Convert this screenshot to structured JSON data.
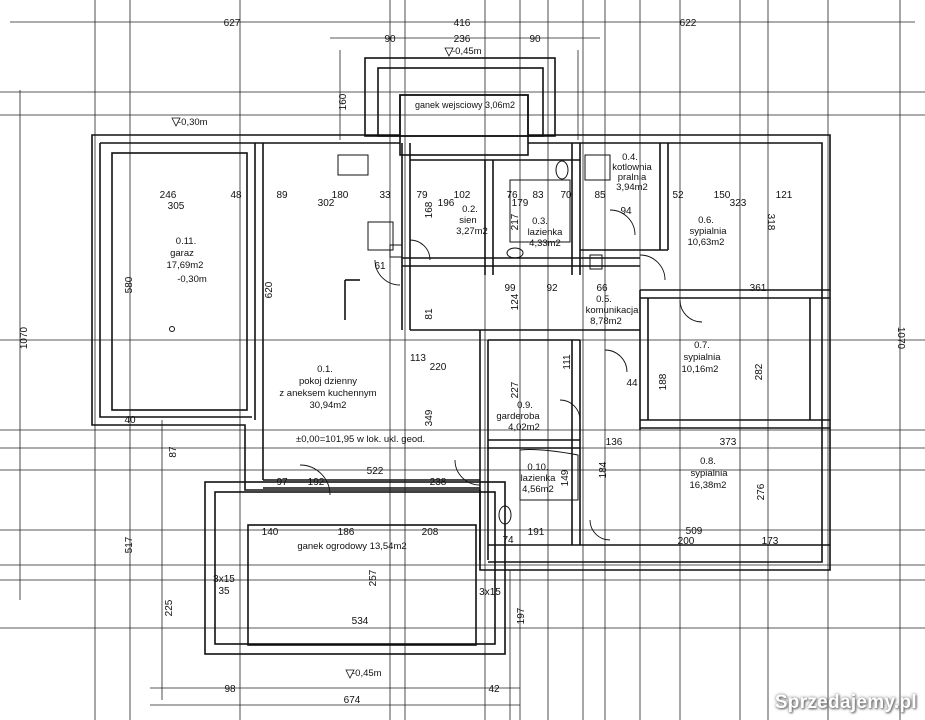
{
  "rooms": {
    "garage": {
      "num": "0.11.",
      "name": "garaz",
      "area": "17,69m2",
      "level": "-0,30m"
    },
    "living": {
      "num": "0.1.",
      "name1": "pokoj dzienny",
      "name2": "z aneksem kuchennym",
      "area": "30,94m2"
    },
    "vestibule": {
      "num": "0.2.",
      "name": "sien",
      "area": "3,27m2"
    },
    "bath1": {
      "num": "0.3.",
      "name": "lazienka",
      "area": "4,33m2"
    },
    "boiler": {
      "num": "0.4.",
      "name1": "kotlownia",
      "name2": "pralnia",
      "area": "3,94m2"
    },
    "hall": {
      "num": "0.5.",
      "name": "komunikacja",
      "area": "8,78m2"
    },
    "bed1": {
      "num": "0.6.",
      "name": "sypialnia",
      "area": "10,63m2"
    },
    "bed2": {
      "num": "0.7.",
      "name": "sypialnia",
      "area": "10,16m2"
    },
    "bed3": {
      "num": "0.8.",
      "name": "sypialnia",
      "area": "16,38m2"
    },
    "wardrobe": {
      "num": "0.9.",
      "name": "garderoba",
      "area": "4,02m2"
    },
    "bath2": {
      "num": "0.10.",
      "name": "lazienka",
      "area": "4,56m2"
    },
    "entrance_porch": {
      "label": "ganek wejsciowy 3,06m2"
    },
    "garden_porch": {
      "label": "ganek ogrodowy 13,54m2"
    }
  },
  "levels": {
    "garage_top": "-0,30m",
    "entrance": "-0,45m",
    "garden": "-0,45m",
    "datum": "±0,00=101,95 w lok. ukl. geod."
  },
  "dims": {
    "top_627": "627",
    "top_416": "416",
    "top_622": "622",
    "top_90a": "90",
    "top_236": "236",
    "top_90b": "90",
    "left_1070": "1070",
    "right_1070": "1070",
    "left_580": "580",
    "d_246": "246",
    "d_305": "305",
    "d_48": "48",
    "d_89": "89",
    "d_180": "180",
    "d_302": "302",
    "d_33": "33",
    "d_79": "79",
    "d_102": "102",
    "d_196": "196",
    "d_76": "76",
    "d_83": "83",
    "d_70": "70",
    "d_85": "85",
    "d_52": "52",
    "d_150": "150",
    "d_121": "121",
    "d_179": "179",
    "d_323": "323",
    "d_318": "318",
    "d_361": "361",
    "d_620": "620",
    "d_61": "61",
    "d_99": "99",
    "d_92": "92",
    "d_66": "66",
    "d_94": "94",
    "d_113": "113",
    "d_220": "220",
    "d_349": "349",
    "d_227": "227",
    "d_188": "188",
    "d_282": "282",
    "d_373": "373",
    "d_136": "136",
    "d_184": "184",
    "d_276": "276",
    "d_509": "509",
    "d_200": "200",
    "d_173": "173",
    "d_522": "522",
    "d_192": "192",
    "d_238": "238",
    "d_97": "97",
    "d_140": "140",
    "d_186": "186",
    "d_208": "208",
    "d_191": "191",
    "d_74": "74",
    "d_257": "257",
    "d_534": "534",
    "d_674": "674",
    "d_98": "98",
    "d_42": "42",
    "d_517": "517",
    "d_225": "225",
    "d_197": "197",
    "d_3x15": "3x15",
    "d_35": "35",
    "d_160": "160",
    "d_87": "87",
    "d_149": "149",
    "d_81": "81",
    "d_124": "124",
    "d_217": "217",
    "d_168": "168",
    "d_40": "40",
    "d_44": "44",
    "d_111": "111"
  },
  "watermark": "Sprzedajemy.pl"
}
